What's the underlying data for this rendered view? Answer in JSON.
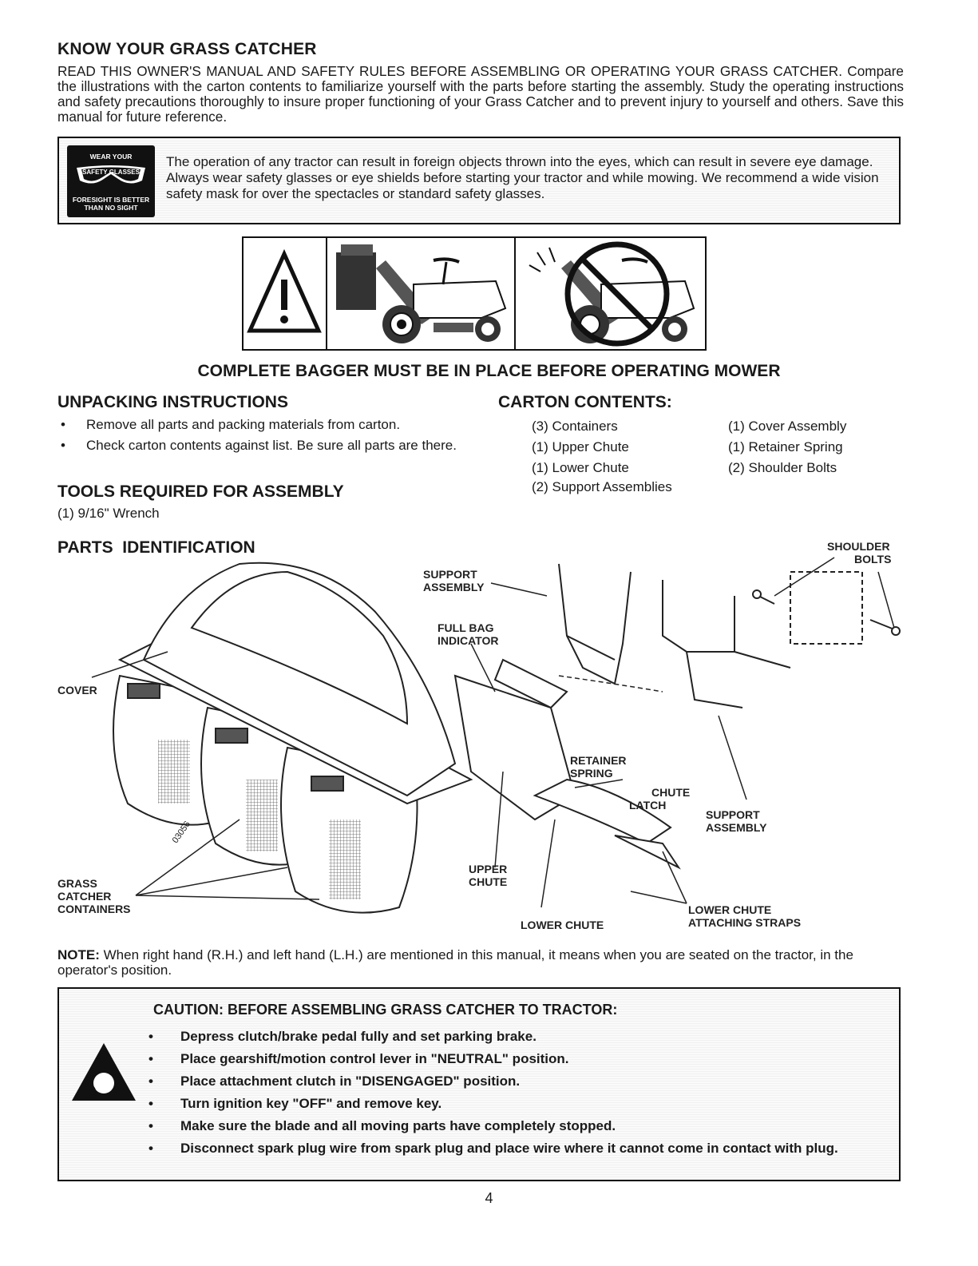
{
  "title": "KNOW YOUR GRASS CATCHER",
  "intro": "READ THIS OWNER'S MANUAL AND SAFETY RULES BEFORE ASSEMBLING OR OPERATING YOUR GRASS CATCHER. Compare the illustrations with the carton contents to familiarize yourself with the parts before starting the assembly. Study the operating instructions and safety precautions thoroughly to insure proper functioning of your Grass Catcher and to prevent injury to yourself and others. Save this manual for future reference.",
  "glasses_badge": {
    "top": "WEAR YOUR",
    "middle": "SAFETY GLASSES",
    "bottom_1": "FORESIGHT IS BETTER",
    "bottom_2": "THAN NO SIGHT"
  },
  "glasses_text": "The operation of any tractor can result in foreign objects thrown into the eyes, which can result in severe eye damage. Always wear safety glasses or eye shields before starting your tractor and while mowing. We recommend a wide vision safety mask for over the spectacles or standard safety glasses.",
  "banner": "COMPLETE BAGGER MUST BE IN PLACE BEFORE OPERATING MOWER",
  "unpacking": {
    "heading": "UNPACKING INSTRUCTIONS",
    "items": [
      "Remove all parts and packing materials from carton.",
      "Check carton contents against list. Be sure all parts are there."
    ]
  },
  "tools": {
    "heading": "TOOLS REQUIRED FOR ASSEMBLY",
    "item": "(1) 9/16\" Wrench"
  },
  "carton": {
    "heading": "CARTON CONTENTS:",
    "col1": [
      "(3) Containers",
      "(1) Upper Chute",
      "(1) Lower Chute",
      "(2) Support Assemblies"
    ],
    "col2": [
      "(1) Cover Assembly",
      "(1) Retainer Spring",
      "(2) Shoulder Bolts"
    ]
  },
  "parts": {
    "heading": "PARTS  IDENTIFICATION",
    "labels": {
      "shoulder_1": "SHOULDER",
      "shoulder_2": "BOLTS",
      "support_1": "SUPPORT",
      "support_2": "ASSEMBLY",
      "fullbag_1": "FULL BAG",
      "fullbag_2": "INDICATOR",
      "cover": "COVER",
      "retainer_1": "RETAINER",
      "retainer_2": "SPRING",
      "latch_1": "CHUTE",
      "latch_2": "LATCH",
      "support2_1": "SUPPORT",
      "support2_2": "ASSEMBLY",
      "upper_1": "UPPER",
      "upper_2": "CHUTE",
      "grass_1": "GRASS",
      "grass_2": "CATCHER",
      "grass_3": "CONTAINERS",
      "lower": "LOWER CHUTE",
      "straps_1": "LOWER CHUTE",
      "straps_2": "ATTACHING STRAPS",
      "code": "03056"
    }
  },
  "note": {
    "label": "NOTE:",
    "text": " When right hand (R.H.) and left hand (L.H.) are mentioned in this manual, it means when you are seated on the tractor, in the operator's position."
  },
  "caution": {
    "title": "CAUTION:  BEFORE ASSEMBLING GRASS CATCHER TO TRACTOR:",
    "items": [
      "Depress clutch/brake pedal fully and set parking brake.",
      "Place gearshift/motion control lever in \"NEUTRAL\" position.",
      "Place attachment clutch in \"DISENGAGED\" position.",
      "Turn ignition key \"OFF\" and remove key.",
      "Make sure the blade and all moving parts have completely stopped.",
      "Disconnect spark plug wire from spark plug and place wire where it cannot come in contact with plug."
    ]
  },
  "page_number": "4"
}
